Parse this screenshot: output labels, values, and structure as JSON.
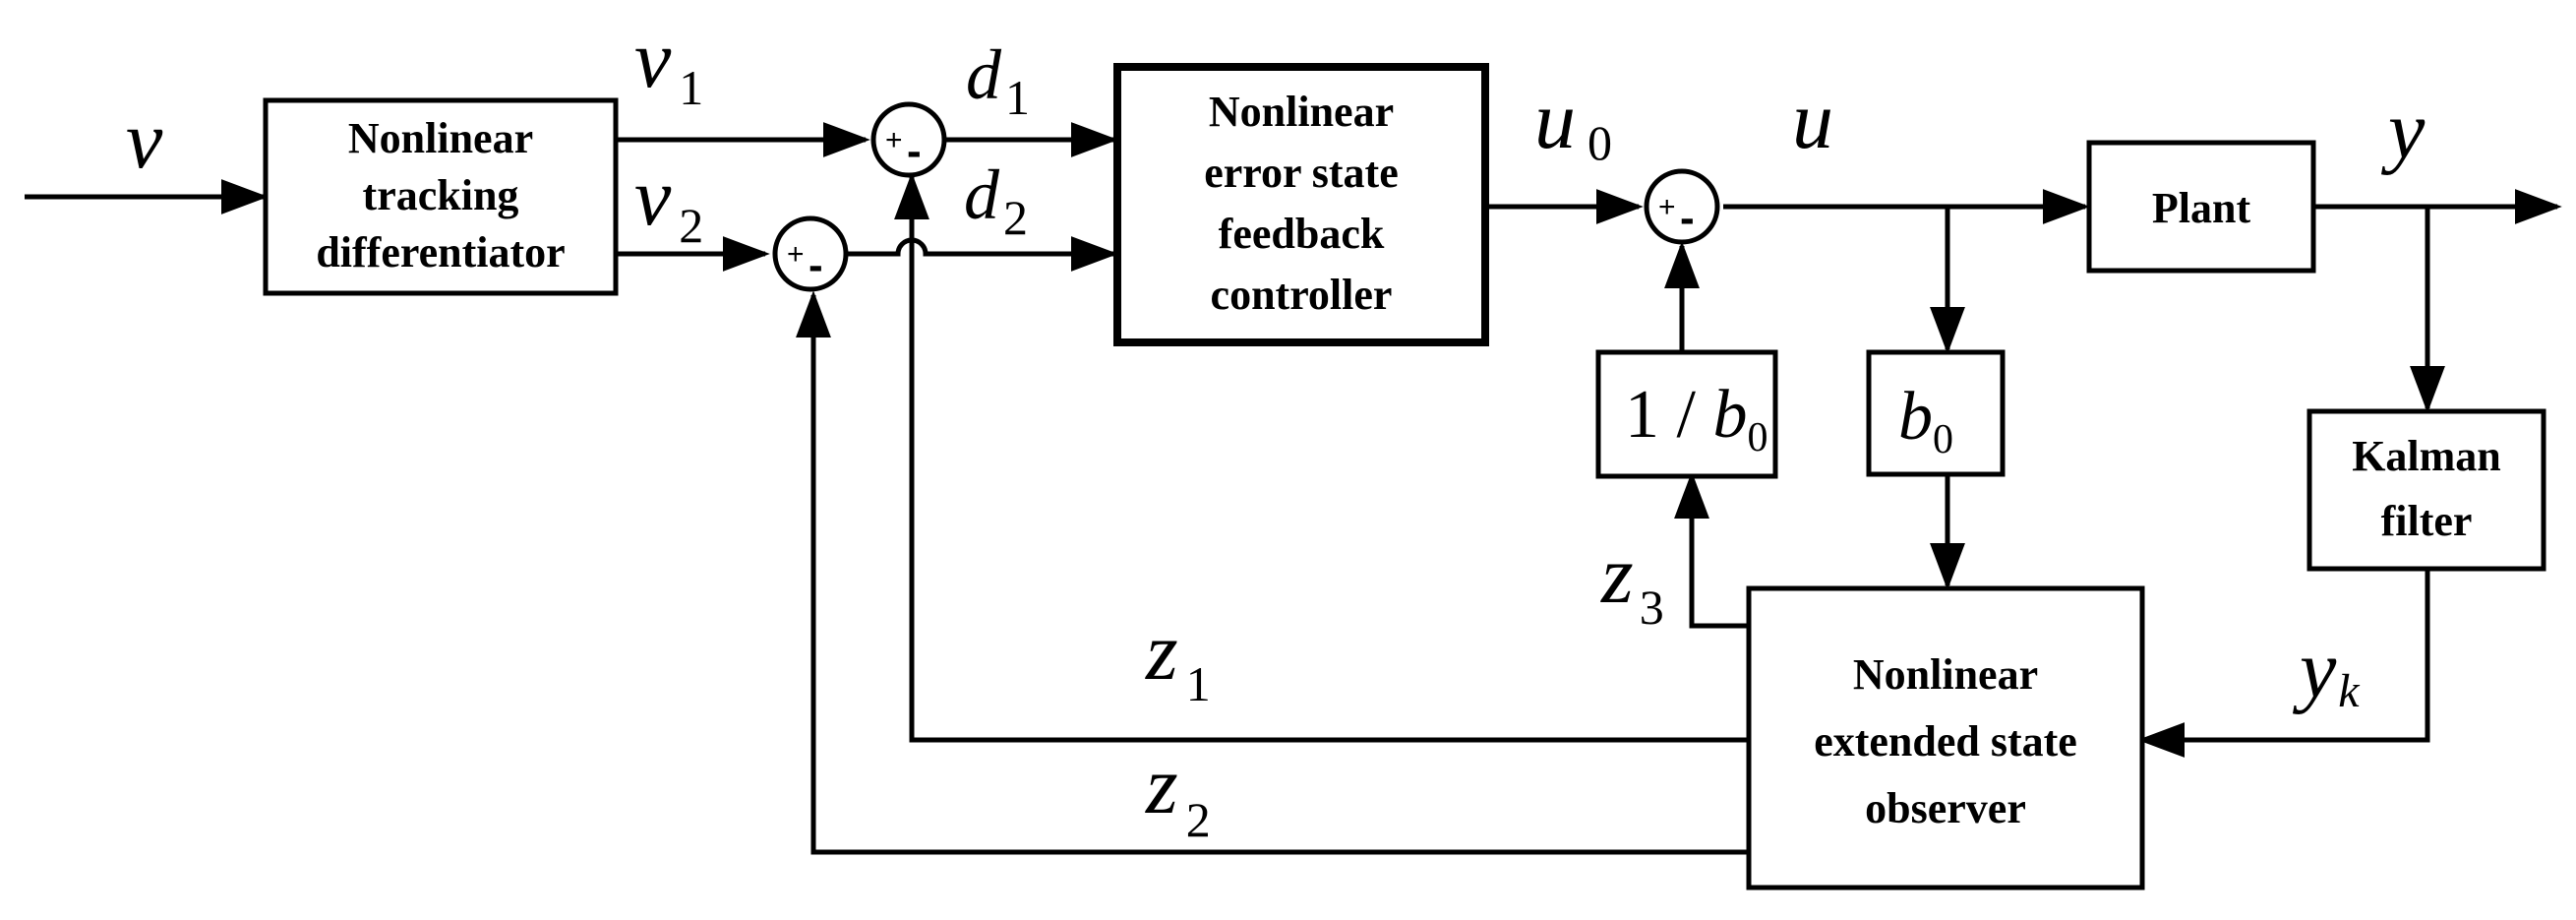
{
  "blocks": {
    "tracking_differentiator": [
      "Nonlinear",
      "tracking",
      "differentiator"
    ],
    "controller": [
      "Nonlinear",
      "error state",
      "feedback",
      "controller"
    ],
    "plant": [
      "Plant"
    ],
    "kalman": [
      "Kalman",
      "filter"
    ],
    "observer": [
      "Nonlinear",
      "extended state",
      "observer"
    ]
  },
  "gains": {
    "inv_b0_prefix": "1 / ",
    "inv_b0_var": "b",
    "inv_b0_sub": "0",
    "b0_var": "b",
    "b0_sub": "0"
  },
  "signals": {
    "v": "v",
    "v1": "v",
    "v1_sub": "1",
    "v2": "v",
    "v2_sub": "2",
    "d1": "d",
    "d1_sub": "1",
    "d2": "d",
    "d2_sub": "2",
    "u0": "u",
    "u0_sub": "0",
    "u": "u",
    "y": "y",
    "yk": "y",
    "yk_sub": "k",
    "z1": "z",
    "z1_sub": "1",
    "z2": "z",
    "z2_sub": "2",
    "z3": "z",
    "z3_sub": "3"
  },
  "sum_signs": {
    "plus": "+",
    "minus": "-"
  }
}
